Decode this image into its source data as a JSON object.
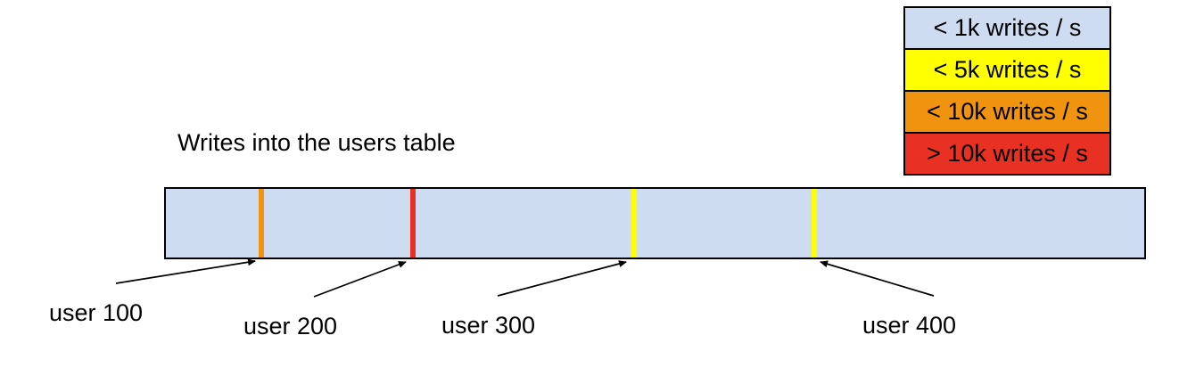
{
  "title": "Writes into the users table",
  "colors": {
    "bar_fill": "#cedcf2",
    "blue": "#cedcf2",
    "yellow": "#ffff00",
    "orange": "#f0930e",
    "red": "#e93123",
    "outline": "#000000"
  },
  "legend": {
    "items": [
      {
        "label": "< 1k writes / s",
        "color": "#cedcf2"
      },
      {
        "label": "< 5k writes / s",
        "color": "#ffff00"
      },
      {
        "label": "< 10k writes / s",
        "color": "#f0930e"
      },
      {
        "label": "> 10k writes / s",
        "color": "#e93123"
      }
    ]
  },
  "table_bar": {
    "markers": [
      {
        "user": "user 100",
        "rate": "< 10k writes / s",
        "color": "#f0930e"
      },
      {
        "user": "user 200",
        "rate": "> 10k writes / s",
        "color": "#e93123"
      },
      {
        "user": "user 300",
        "rate": "< 5k writes / s",
        "color": "#ffff00"
      },
      {
        "user": "user 400",
        "rate": "< 5k writes / s",
        "color": "#ffff00"
      }
    ]
  }
}
